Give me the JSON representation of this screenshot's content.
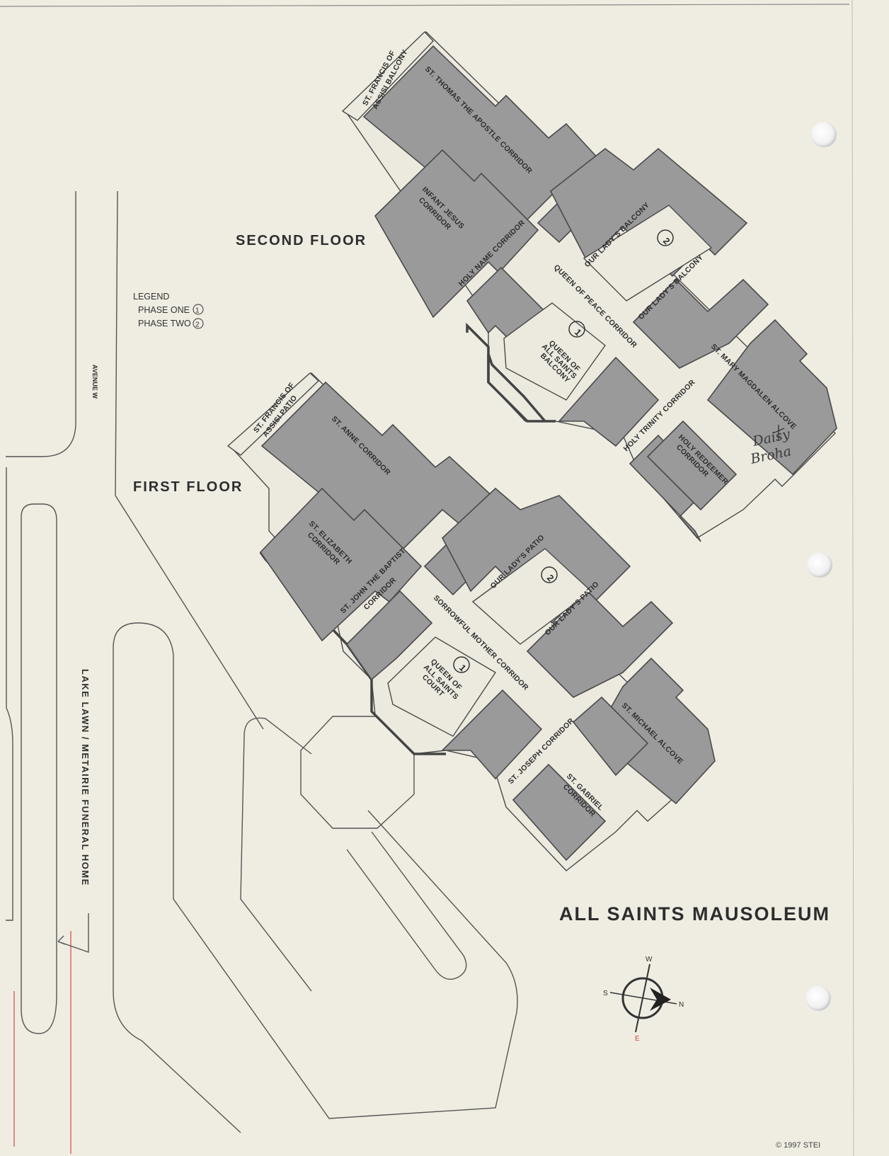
{
  "title": "ALL SAINTS MAUSOLEUM",
  "floors": {
    "second": "SECOND FLOOR",
    "first": "FIRST FLOOR"
  },
  "legend": {
    "heading": "LEGEND",
    "phase_one": "PHASE ONE",
    "phase_two": "PHASE TWO",
    "phase_one_number": "1",
    "phase_two_number": "2"
  },
  "roads": {
    "avenue": "AVENUE W",
    "funeral_home": "LAKE LAWN / METAIRIE FUNERAL HOME"
  },
  "second_floor_areas": {
    "st_francis_balcony_1": "ST. FRANCIS OF",
    "st_francis_balcony_2": "ASSISI BALCONY",
    "st_thomas": "ST. THOMAS THE APOSTLE CORRIDOR",
    "infant_jesus_1": "INFANT JESUS",
    "infant_jesus_2": "CORRIDOR",
    "holy_name": "HOLY NAME CORRIDOR",
    "queen_of_peace": "QUEEN OF PEACE CORRIDOR",
    "our_ladys_balcony": "OUR LADY'S BALCONY",
    "our_ladys_balcony_lower": "OUR LADY'S BALCONY",
    "queen_balcony_1": "QUEEN OF",
    "queen_balcony_2": "ALL SAINTS",
    "queen_balcony_3": "BALCONY",
    "holy_trinity": "HOLY TRINITY CORRIDOR",
    "holy_redeemer_1": "HOLY REDEEMER",
    "holy_redeemer_2": "CORRIDOR",
    "st_mary": "ST. MARY MAGDALEN ALCOVE"
  },
  "first_floor_areas": {
    "st_francis_patio_1": "ST. FRANCIS OF",
    "st_francis_patio_2": "ASSISI PATIO",
    "st_anne": "ST. ANNE CORRIDOR",
    "st_elizabeth_1": "ST. ELIZABETH",
    "st_elizabeth_2": "CORRIDOR",
    "st_john_1": "ST. JOHN THE BAPTIST",
    "st_john_2": "CORRIDOR",
    "sorrowful_mother": "SORROWFUL MOTHER CORRIDOR",
    "our_ladys_patio": "OUR LADY'S PATIO",
    "our_ladys_patio_lower": "OUR LADY'S PATIO",
    "queen_court_1": "QUEEN OF",
    "queen_court_2": "ALL SAINTS",
    "queen_court_3": "COURT",
    "st_joseph": "ST. JOSEPH CORRIDOR",
    "st_gabriel_1": "ST. GABRIEL",
    "st_gabriel_2": "CORRIDOR",
    "st_michael": "ST. MICHAEL ALCOVE"
  },
  "phase_markers": {
    "second_floor_phase_one": "1",
    "second_floor_phase_two": "2",
    "first_floor_phase_one": "1",
    "first_floor_phase_two": "2"
  },
  "handwriting": {
    "line1": "Daisy",
    "line2": "Broha"
  },
  "compass": {
    "w": "W",
    "s": "S",
    "n": "N",
    "e": "E"
  },
  "copyright": "© 1997 STEI",
  "colors": {
    "paper": "#efede2",
    "crypt_gray": "#9a9a9a",
    "ink": "#2d2d2d"
  }
}
